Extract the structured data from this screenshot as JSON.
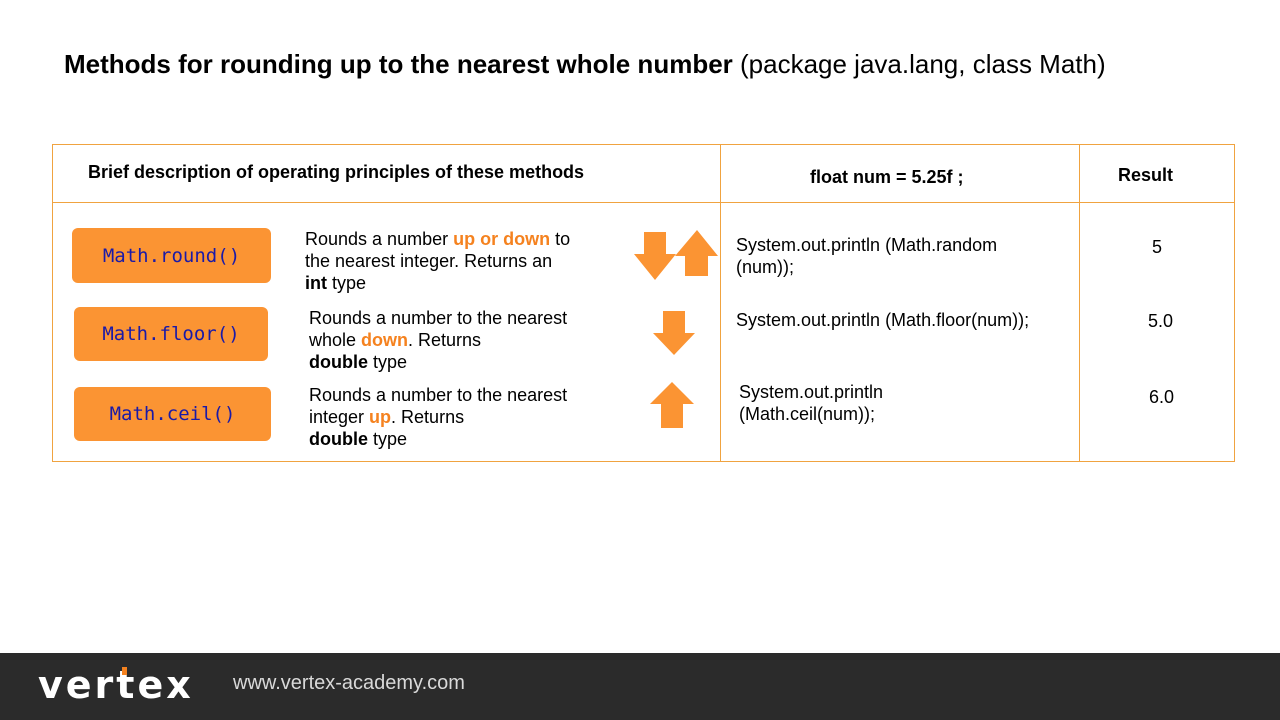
{
  "title": {
    "bold": "Methods for rounding up to the nearest whole number",
    "normal": " (package java.lang, class Math)"
  },
  "table": {
    "headers": {
      "description": "Brief description of operating principles of these methods",
      "code": "float num = 5.25f ;",
      "result": "Result"
    },
    "rows": [
      {
        "method": "Math.round()",
        "desc": {
          "t1": "Rounds a number ",
          "hl": "up or down",
          "t2": " to the nearest integer. Returns an ",
          "b": "int",
          "t3": " type"
        },
        "code": "System.out.println (Math.random (num));",
        "result": "5",
        "arrows": "down-up"
      },
      {
        "method": "Math.floor()",
        "desc": {
          "t1": "Rounds a number to the nearest whole ",
          "hl": "down",
          "t2": ". Returns ",
          "b": "double",
          "t3": " type"
        },
        "code": "System.out.println (Math.floor(num));",
        "result": "5.0",
        "arrows": "down"
      },
      {
        "method": "Math.ceil()",
        "desc": {
          "t1": "Rounds a number to the nearest integer ",
          "hl": "up",
          "t2": ". Returns ",
          "b": "double",
          "t3": " type"
        },
        "code": "System.out.println (Math.ceil(num));",
        "result": "6.0",
        "arrows": "up"
      }
    ]
  },
  "footer": {
    "logo_text": "vertex",
    "url": "www.vertex-academy.com"
  },
  "colors": {
    "accent": "#fb9433",
    "highlight": "#f5821f",
    "border": "#f0a340",
    "footer_bg": "#2b2b2b",
    "method_text": "#1a1aa8"
  }
}
